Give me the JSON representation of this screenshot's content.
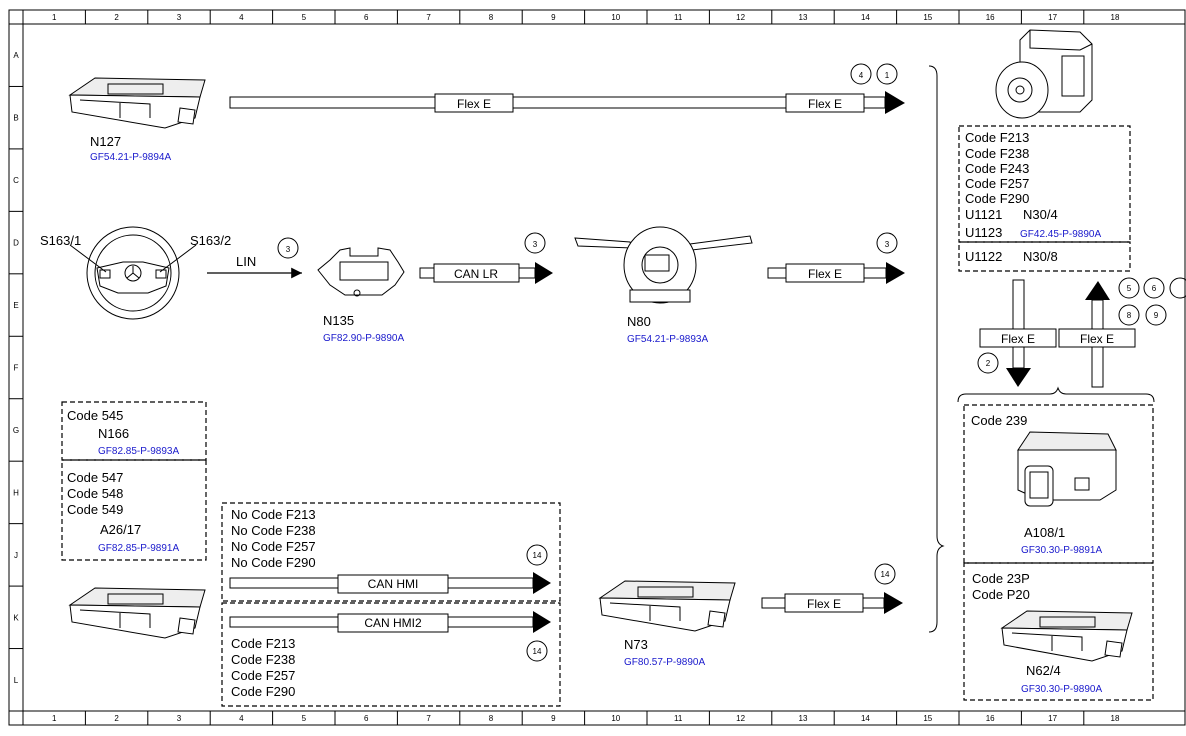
{
  "grid": {
    "columns": [
      "1",
      "2",
      "3",
      "4",
      "5",
      "6",
      "7",
      "8",
      "9",
      "10",
      "11",
      "12",
      "13",
      "14",
      "15",
      "16",
      "17",
      "18"
    ],
    "rows": [
      "A",
      "B",
      "C",
      "D",
      "E",
      "F",
      "G",
      "H",
      "J",
      "K",
      "L"
    ]
  },
  "components": {
    "n127": {
      "label": "N127",
      "ref": "GF54.21-P-9894A"
    },
    "s163_1": {
      "label": "S163/1"
    },
    "s163_2": {
      "label": "S163/2"
    },
    "n135": {
      "label": "N135",
      "ref": "GF82.90-P-9890A"
    },
    "n80": {
      "label": "N80",
      "ref": "GF54.21-P-9893A"
    },
    "n166": {
      "code": "Code 545",
      "label": "N166",
      "ref": "GF82.85-P-9893A"
    },
    "a26_17": {
      "codes": [
        "Code 547",
        "Code 548",
        "Code 549"
      ],
      "label": "A26/17",
      "ref": "GF82.85-P-9891A"
    },
    "n73": {
      "label": "N73",
      "ref": "GF80.57-P-9890A"
    },
    "n30": {
      "codes": [
        "Code F213",
        "Code F238",
        "Code F243",
        "Code F257",
        "Code F290"
      ],
      "u1121": "U1121",
      "n30_4": "N30/4",
      "u1123": "U1123",
      "ref": "GF42.45-P-9890A",
      "u1122": "U1122",
      "n30_8": "N30/8"
    },
    "a108_1": {
      "code": "Code 239",
      "label": "A108/1",
      "ref": "GF30.30-P-9891A"
    },
    "n62_4": {
      "codes": [
        "Code 23P",
        "Code P20"
      ],
      "label": "N62/4",
      "ref": "GF30.30-P-9890A"
    }
  },
  "hmi_box": {
    "no_codes": [
      "No Code F213",
      "No Code F238",
      "No Code F257",
      "No Code F290"
    ],
    "codes": [
      "Code F213",
      "Code F238",
      "Code F257",
      "Code F290"
    ]
  },
  "buses": {
    "flex_e": "Flex E",
    "can_lr": "CAN LR",
    "lin": "LIN",
    "can_hmi": "CAN HMI",
    "can_hmi2": "CAN HMI2"
  },
  "callouts": {
    "c1": "1",
    "c2": "2",
    "c3": "3",
    "c4": "4",
    "c5": "5",
    "c6": "6",
    "c8": "8",
    "c9": "9",
    "c14": "14"
  }
}
